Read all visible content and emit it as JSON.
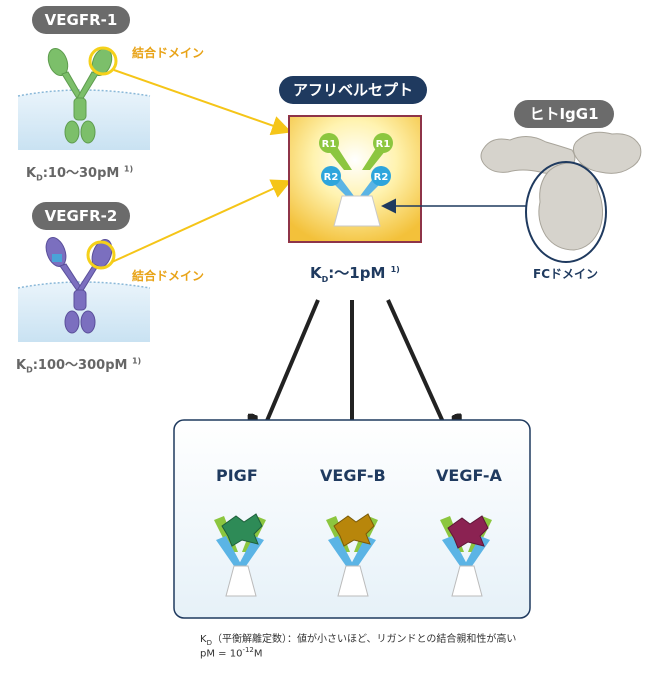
{
  "receptors": [
    {
      "name": "VEGFR-1",
      "kd_prefix": "K",
      "kd_sub": "D",
      "kd_value": ":10〜30pM",
      "kd_ref": "1)",
      "domain_label": "結合ドメイン"
    },
    {
      "name": "VEGFR-2",
      "kd_prefix": "K",
      "kd_sub": "D",
      "kd_value": ":100〜300pM",
      "kd_ref": "1)",
      "domain_label": "結合ドメイン"
    }
  ],
  "drug": {
    "name": "アフリベルセプト",
    "r1": "R1",
    "r2": "R2",
    "kd_prefix": "K",
    "kd_sub": "D",
    "kd_value": ":〜1pM",
    "kd_ref": "1)"
  },
  "igg": {
    "name": "ヒトIgG1",
    "fc_label": "FCドメイン"
  },
  "targets": [
    {
      "name": "PIGF",
      "color": "#2e8b57"
    },
    {
      "name": "VEGF-B",
      "color": "#b8860b"
    },
    {
      "name": "VEGF-A",
      "color": "#8b2252"
    }
  ],
  "footnote": {
    "line1_prefix": "K",
    "line1_sub": "D",
    "line1_text": "（平衡解離定数）：値が小さいほど、リガンドとの結合親和性が高い",
    "line2_prefix": "pM = 10",
    "line2_sup": "-12",
    "line2_suffix": "M"
  },
  "colors": {
    "navy": "#1f3a5f",
    "pill_gray": "#6b6b6b",
    "orange": "#e8a317",
    "green": "#8cc63f",
    "blue": "#5bb4e5",
    "purple": "#7b6fbf"
  }
}
